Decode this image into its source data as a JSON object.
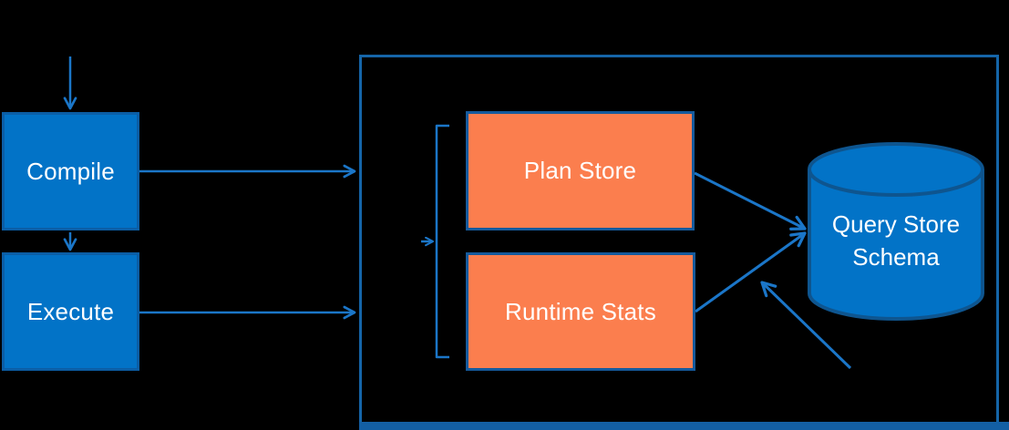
{
  "diagram": {
    "background": "#000000",
    "flow_nodes": {
      "compile": {
        "label": "Compile"
      },
      "execute": {
        "label": "Execute"
      }
    },
    "store_nodes": {
      "plan_store": {
        "label": "Plan Store"
      },
      "runtime_stats": {
        "label": "Runtime Stats"
      }
    },
    "database": {
      "label": "Query Store Schema",
      "line1": "Query Store",
      "line2": "Schema"
    },
    "icons": {
      "database_cylinder": "database-cylinder-icon",
      "left_brace": "left-brace-icon"
    },
    "colors": {
      "blue_fill": "#0273C7",
      "blue_border": "#0B5EA6",
      "orange_fill": "#FB7E4E",
      "orange_border": "#155A9C",
      "container_border": "#1565A8",
      "bottom_bar": "#135FA4",
      "arrow": "#1B76C8",
      "cylinder_border": "#0E558F",
      "label_text": "#FFFFFF"
    }
  }
}
